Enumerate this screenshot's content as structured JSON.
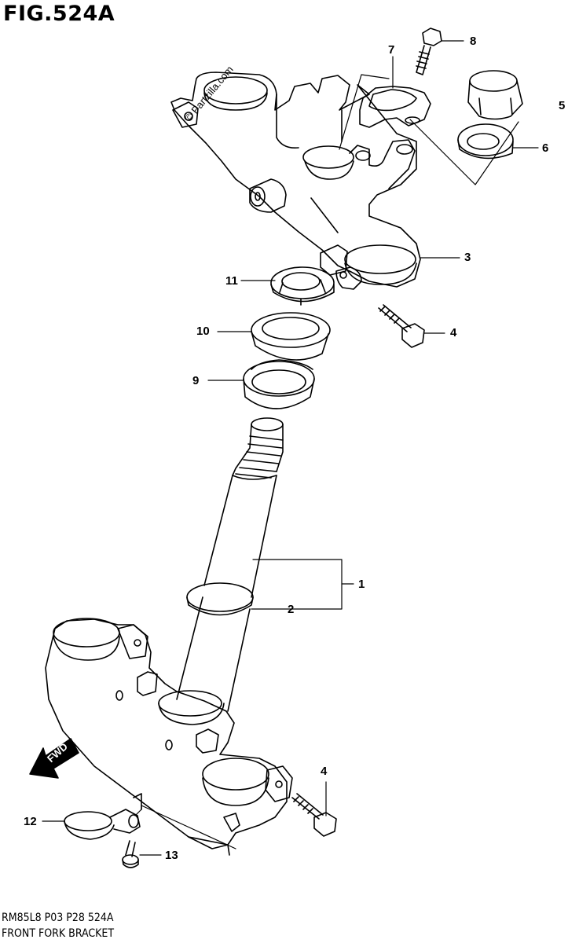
{
  "figure": {
    "title": "FIG.524A",
    "watermark": "© Partzilla.com",
    "fwd_label": "FWD",
    "footer_code": "RM85L8  P03  P28  524A",
    "footer_title": "FRONT FORK BRACKET"
  },
  "callouts": [
    "8",
    "7",
    "5",
    "6",
    "3",
    "11",
    "4",
    "10",
    "9",
    "1",
    "2",
    "4",
    "12",
    "13"
  ]
}
